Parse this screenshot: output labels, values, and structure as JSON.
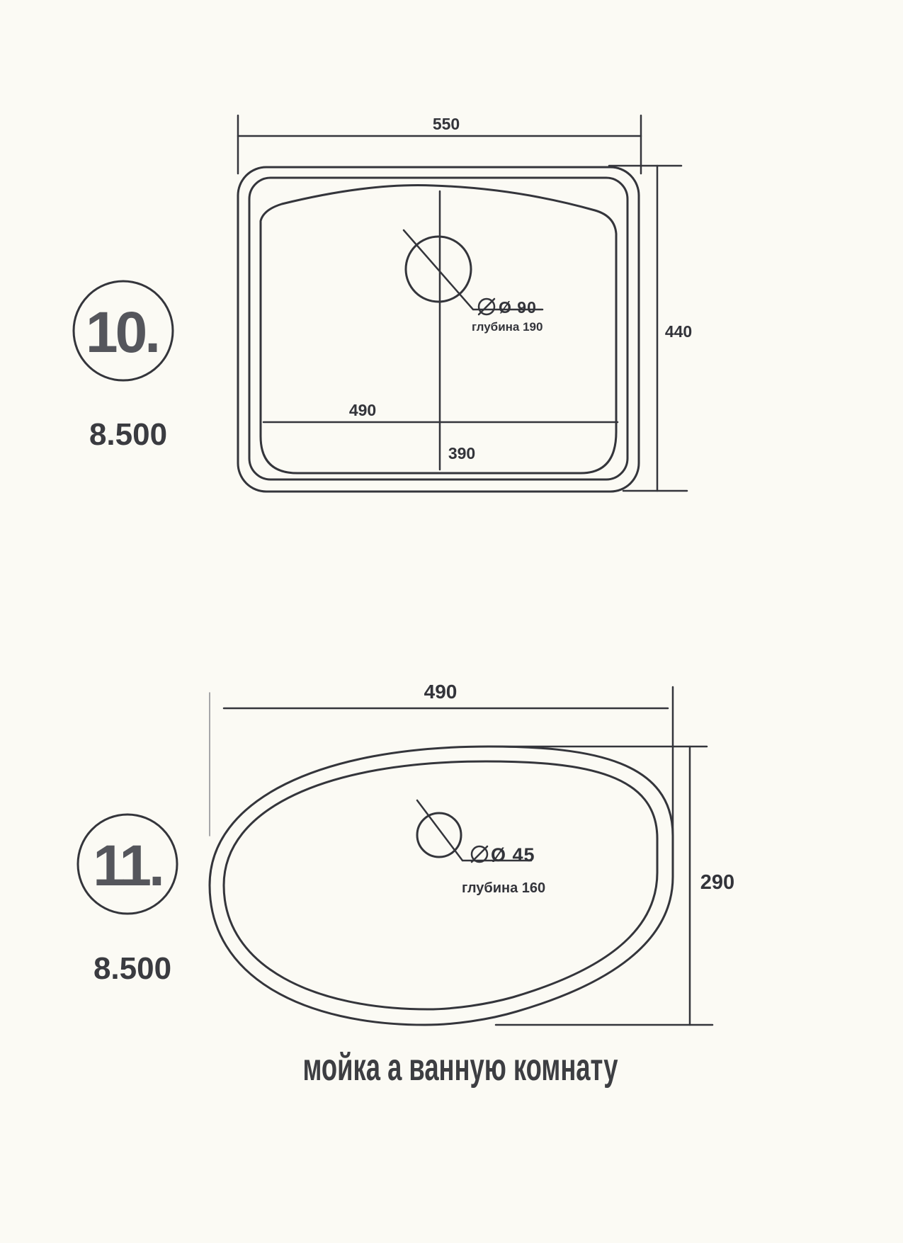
{
  "item10": {
    "number": "10.",
    "price": "8.500",
    "width": "550",
    "height": "440",
    "inner_width": "490",
    "inner_height": "390",
    "drain": "Ø 90",
    "depth": "глубина 190"
  },
  "item11": {
    "number": "11.",
    "price": "8.500",
    "width": "490",
    "height": "290",
    "drain": "Ø 45",
    "depth": "глубина 160"
  },
  "caption": "мойка а ванную комнату"
}
